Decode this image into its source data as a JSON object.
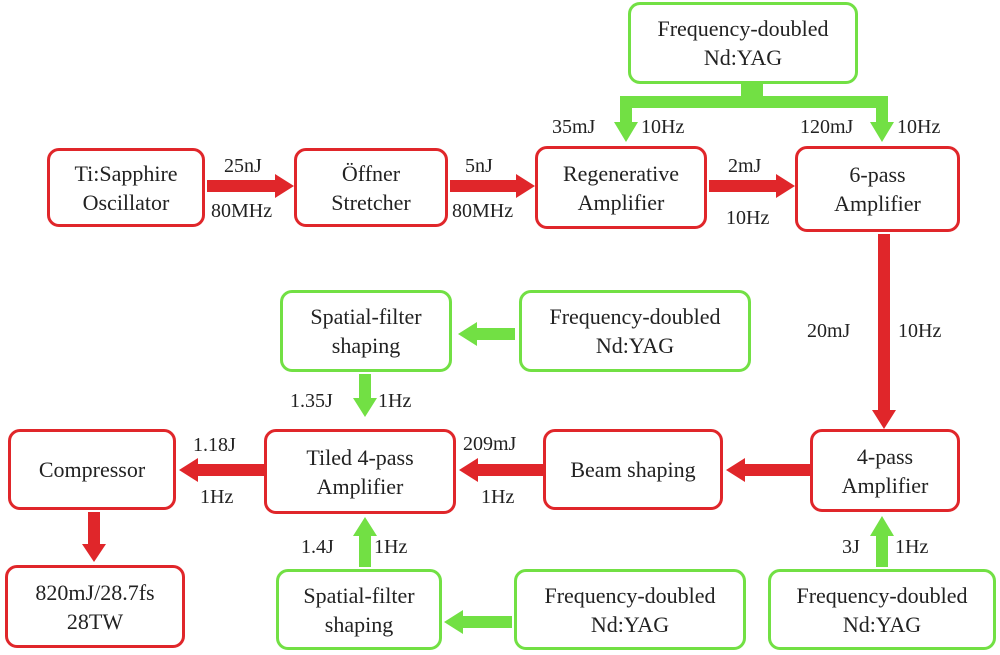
{
  "colors": {
    "amplifier_path": "#e0262a",
    "pump_path": "#72e044"
  },
  "boxes": {
    "oscillator": [
      "Ti:Sapphire",
      "Oscillator"
    ],
    "stretcher": [
      "Öffner",
      "Stretcher"
    ],
    "regen": [
      "Regenerative",
      "Amplifier"
    ],
    "six_pass": [
      "6-pass",
      "Amplifier"
    ],
    "pump_top": [
      "Frequency-doubled",
      "Nd:YAG"
    ],
    "four_pass": [
      "4-pass",
      "Amplifier"
    ],
    "beam_shaping": [
      "Beam shaping"
    ],
    "tiled": [
      "Tiled 4-pass",
      "Amplifier"
    ],
    "compressor": [
      "Compressor"
    ],
    "output": [
      "820mJ/28.7fs",
      "28TW"
    ],
    "sf_upper": [
      "Spatial-filter",
      "shaping"
    ],
    "pump_mid": [
      "Frequency-doubled",
      "Nd:YAG"
    ],
    "sf_lower": [
      "Spatial-filter",
      "shaping"
    ],
    "pump_low_mid": [
      "Frequency-doubled",
      "Nd:YAG"
    ],
    "pump_low_right": [
      "Frequency-doubled",
      "Nd:YAG"
    ]
  },
  "labels": {
    "osc_energy": "25nJ",
    "osc_rate": "80MHz",
    "str_energy": "5nJ",
    "str_rate": "80MHz",
    "regen_energy": "2mJ",
    "regen_rate": "10Hz",
    "pump_regen_energy": "35mJ",
    "pump_regen_rate": "10Hz",
    "pump_six_energy": "120mJ",
    "pump_six_rate": "10Hz",
    "six_energy": "20mJ",
    "six_rate": "10Hz",
    "four_energy": "209mJ",
    "four_rate": "1Hz",
    "tiled_energy": "1.18J",
    "tiled_rate": "1Hz",
    "sf_upper_energy": "1.35J",
    "sf_upper_rate": "1Hz",
    "sf_lower_energy": "1.4J",
    "sf_lower_rate": "1Hz",
    "pump_four_energy": "3J",
    "pump_four_rate": "1Hz"
  }
}
